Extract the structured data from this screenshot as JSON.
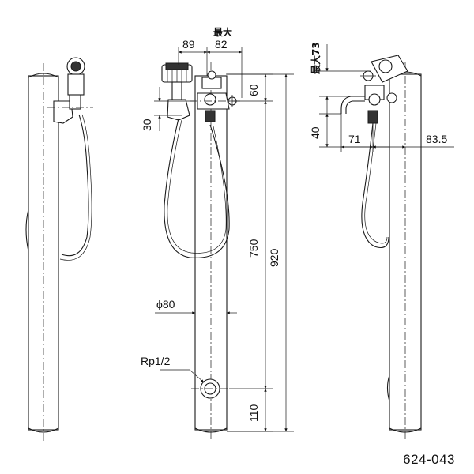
{
  "figure": {
    "product_code": "624-043",
    "dimensions": {
      "hose_offset": "89",
      "max_label": "最大",
      "max_reach": "82",
      "valve_height": "60",
      "outlet_drop": "30",
      "mid_height": "750",
      "total_height": "920",
      "diameter": "ϕ80",
      "inlet_thread": "Rp1/2",
      "inlet_height": "110",
      "max_side": "最大73",
      "spout_drop": "40",
      "spout_offset": "71",
      "column_offset": "83.5"
    }
  }
}
